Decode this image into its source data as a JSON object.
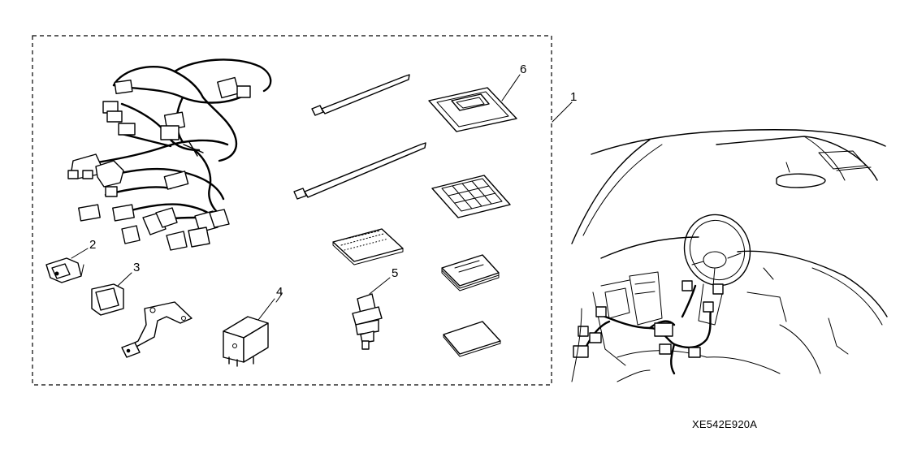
{
  "figure_code": "XE542E920A",
  "callouts": {
    "c1": "1",
    "c2": "2",
    "c3": "3",
    "c4": "4",
    "c5": "5",
    "c6": "6"
  },
  "colors": {
    "ink": "#000000",
    "background": "#ffffff"
  }
}
